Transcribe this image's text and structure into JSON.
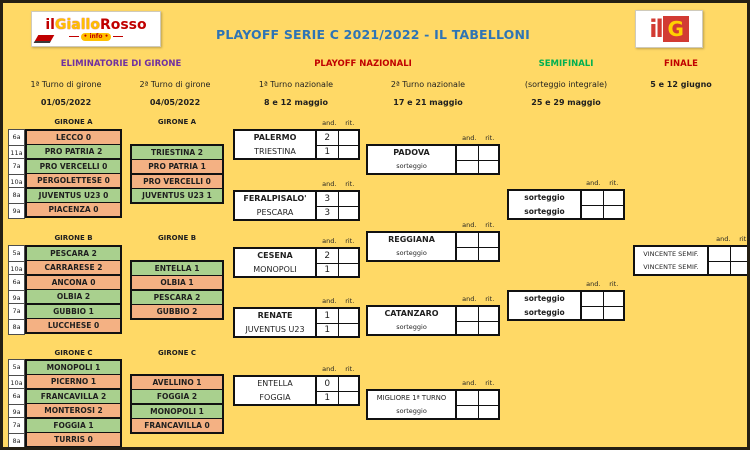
{
  "header": {
    "title": "PLAYOFF SERIE C 2021/2022 - IL TABELLONI",
    "logo_left": {
      "word1": "il",
      "word2": "Giallo",
      "word3": "Rosso",
      "info": "• info •"
    },
    "logo_right": {
      "il": "il",
      "g": "G"
    }
  },
  "phases": [
    {
      "label": "ELIMINATORIE DI GIRONE"
    },
    {
      "label": "PLAYOFF NAZIONALI"
    },
    {
      "label": "SEMIFINALI"
    },
    {
      "label": "FINALE"
    }
  ],
  "subcolumns": [
    {
      "round": "1ª Turno di girone",
      "date": "01/05/2022"
    },
    {
      "round": "2ª Turno di girone",
      "date": "04/05/2022"
    },
    {
      "round": "1ª Turno nazionale",
      "date": "8 e 12 maggio"
    },
    {
      "round": "2ª Turno nazionale",
      "date": "17 e 21 maggio"
    },
    {
      "round": "(sorteggio integrale)",
      "date": "25 e 29 maggio"
    },
    {
      "round": "5 e 12 giugno",
      "date": ""
    }
  ],
  "score_headers": {
    "and": "and.",
    "rit": "rit."
  },
  "gironi": [
    {
      "label": "GIRONE A",
      "turn1": [
        {
          "seed": "6a",
          "team": "LECCO 0",
          "result": "lose"
        },
        {
          "seed": "11a",
          "team": "PRO PATRIA 2",
          "result": "win"
        },
        {
          "seed": "7a",
          "team": "PRO VERCELLI 0",
          "result": "win"
        },
        {
          "seed": "10a",
          "team": "PERGOLETTESE 0",
          "result": "lose"
        },
        {
          "seed": "8a",
          "team": "JUVENTUS U23 0",
          "result": "win"
        },
        {
          "seed": "9a",
          "team": "PIACENZA 0",
          "result": "lose"
        }
      ],
      "turn2": [
        {
          "team": "TRIESTINA 2",
          "result": "win"
        },
        {
          "team": "PRO PATRIA 1",
          "result": "lose"
        },
        {
          "team": "PRO VERCELLI 0",
          "result": "lose"
        },
        {
          "team": "JUVENTUS U23 1",
          "result": "win"
        }
      ]
    },
    {
      "label": "GIRONE B",
      "turn1": [
        {
          "seed": "5a",
          "team": "PESCARA 2",
          "result": "win"
        },
        {
          "seed": "10a",
          "team": "CARRARESE 2",
          "result": "lose"
        },
        {
          "seed": "6a",
          "team": "ANCONA 0",
          "result": "lose"
        },
        {
          "seed": "9a",
          "team": "OLBIA 2",
          "result": "win"
        },
        {
          "seed": "7a",
          "team": "GUBBIO 1",
          "result": "win"
        },
        {
          "seed": "8a",
          "team": "LUCCHESE 0",
          "result": "lose"
        }
      ],
      "turn2": [
        {
          "team": "ENTELLA 1",
          "result": "win"
        },
        {
          "team": "OLBIA 1",
          "result": "lose"
        },
        {
          "team": "PESCARA 2",
          "result": "win"
        },
        {
          "team": "GUBBIO 2",
          "result": "lose"
        }
      ]
    },
    {
      "label": "GIRONE C",
      "turn1": [
        {
          "seed": "5a",
          "team": "MONOPOLI 1",
          "result": "win"
        },
        {
          "seed": "10a",
          "team": "PICERNO 1",
          "result": "lose"
        },
        {
          "seed": "6a",
          "team": "FRANCAVILLA 2",
          "result": "win"
        },
        {
          "seed": "9a",
          "team": "MONTEROSI 2",
          "result": "lose"
        },
        {
          "seed": "7a",
          "team": "FOGGIA 1",
          "result": "win"
        },
        {
          "seed": "8a",
          "team": "TURRIS 0",
          "result": "lose"
        }
      ],
      "turn2": [
        {
          "team": "AVELLINO 1",
          "result": "lose"
        },
        {
          "team": "FOGGIA 2",
          "result": "win"
        },
        {
          "team": "MONOPOLI 1",
          "result": "win"
        },
        {
          "team": "FRANCAVILLA 0",
          "result": "lose"
        }
      ]
    }
  ],
  "nazionale1": [
    {
      "home": "PALERMO",
      "away": "TRIESTINA",
      "home_and": "2",
      "home_rit": "",
      "away_and": "1",
      "away_rit": ""
    },
    {
      "home": "FERALPISALO'",
      "away": "PESCARA",
      "home_and": "3",
      "home_rit": "",
      "away_and": "3",
      "away_rit": ""
    },
    {
      "home": "CESENA",
      "away": "MONOPOLI",
      "home_and": "2",
      "home_rit": "",
      "away_and": "1",
      "away_rit": ""
    },
    {
      "home": "RENATE",
      "away": "JUVENTUS U23",
      "home_and": "1",
      "home_rit": "",
      "away_and": "1",
      "away_rit": ""
    },
    {
      "home": "ENTELLA",
      "away": "FOGGIA",
      "home_and": "0",
      "home_rit": "",
      "away_and": "1",
      "away_rit": ""
    }
  ],
  "nazionale2": [
    {
      "name": "PADOVA",
      "note": "sorteggio"
    },
    {
      "name": "REGGIANA",
      "note": "sorteggio"
    },
    {
      "name": "CATANZARO",
      "note": "sorteggio"
    },
    {
      "name": "MIGLIORE 1ª TURNO",
      "note": "sorteggio"
    }
  ],
  "semifinali": [
    {
      "top": "sorteggio",
      "bottom": "sorteggio"
    },
    {
      "top": "sorteggio",
      "bottom": "sorteggio"
    }
  ],
  "finale": {
    "top": "VINCENTE SEMIF.",
    "bottom": "VINCENTE SEMIF."
  },
  "colors": {
    "background": "#FFD966",
    "win_green": "#A9D08E",
    "lose_orange": "#F4B183",
    "title_blue": "#2E74B5",
    "eliminatorie_purple": "#7030A0",
    "nazionali_red": "#C00000",
    "semifinali_green": "#00B050",
    "finale_red": "#C00000"
  }
}
